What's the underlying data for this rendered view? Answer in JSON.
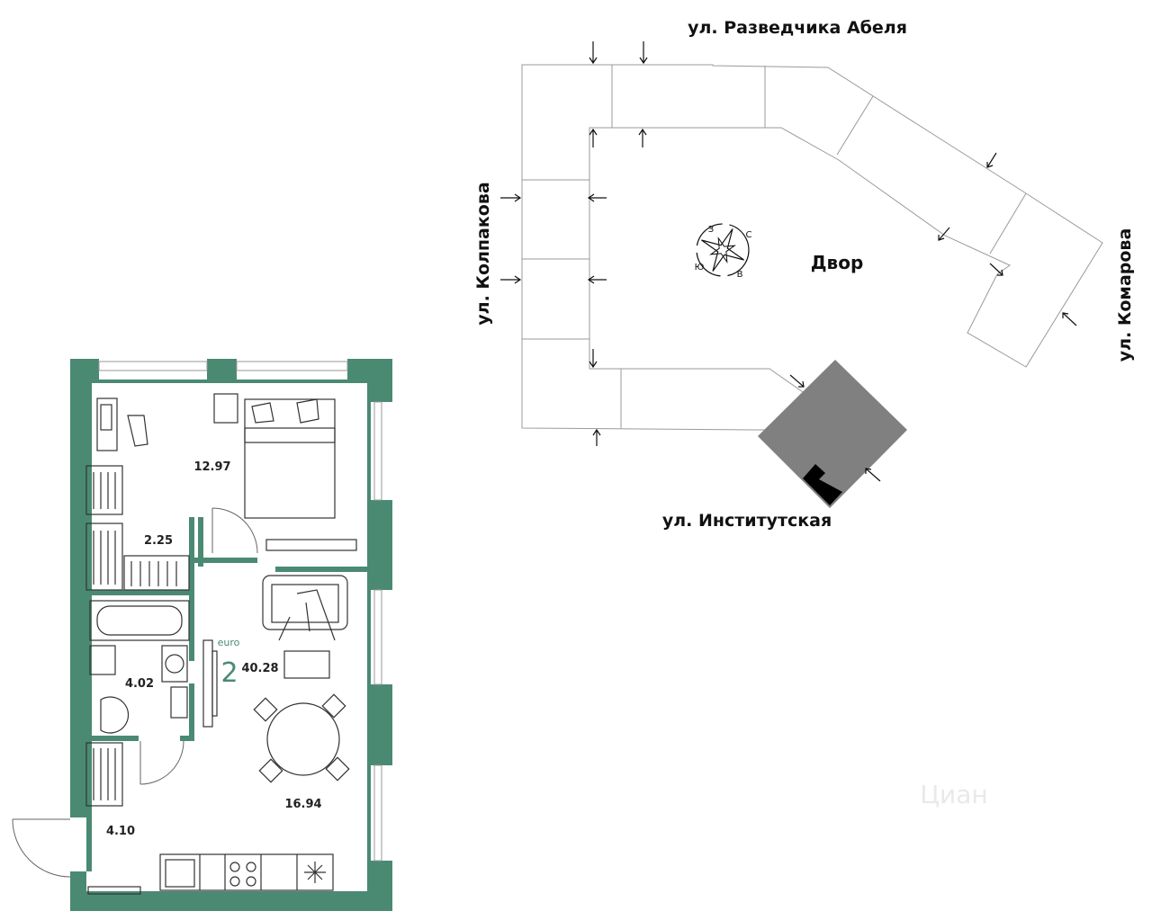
{
  "site_plan": {
    "streets": {
      "top": "ул. Разведчика Абеля",
      "left": "ул. Колпакова",
      "right": "ул. Комарова",
      "bottom": "ул. Институтская"
    },
    "yard_label": "Двор",
    "compass": {
      "n": "С",
      "e": "В",
      "s": "Ю",
      "w": "З"
    }
  },
  "apartment": {
    "rooms_count": "2",
    "type_label": "euro",
    "areas": {
      "bedroom": "12.97",
      "wardrobe": "2.25",
      "bathroom": "4.02",
      "total": "40.28",
      "kitchen_living": "16.94",
      "hallway": "4.10"
    }
  },
  "watermark": "Циан",
  "colors": {
    "wall": "#4a8a72",
    "building_highlight": "#808080",
    "unit_marker": "#000000"
  }
}
